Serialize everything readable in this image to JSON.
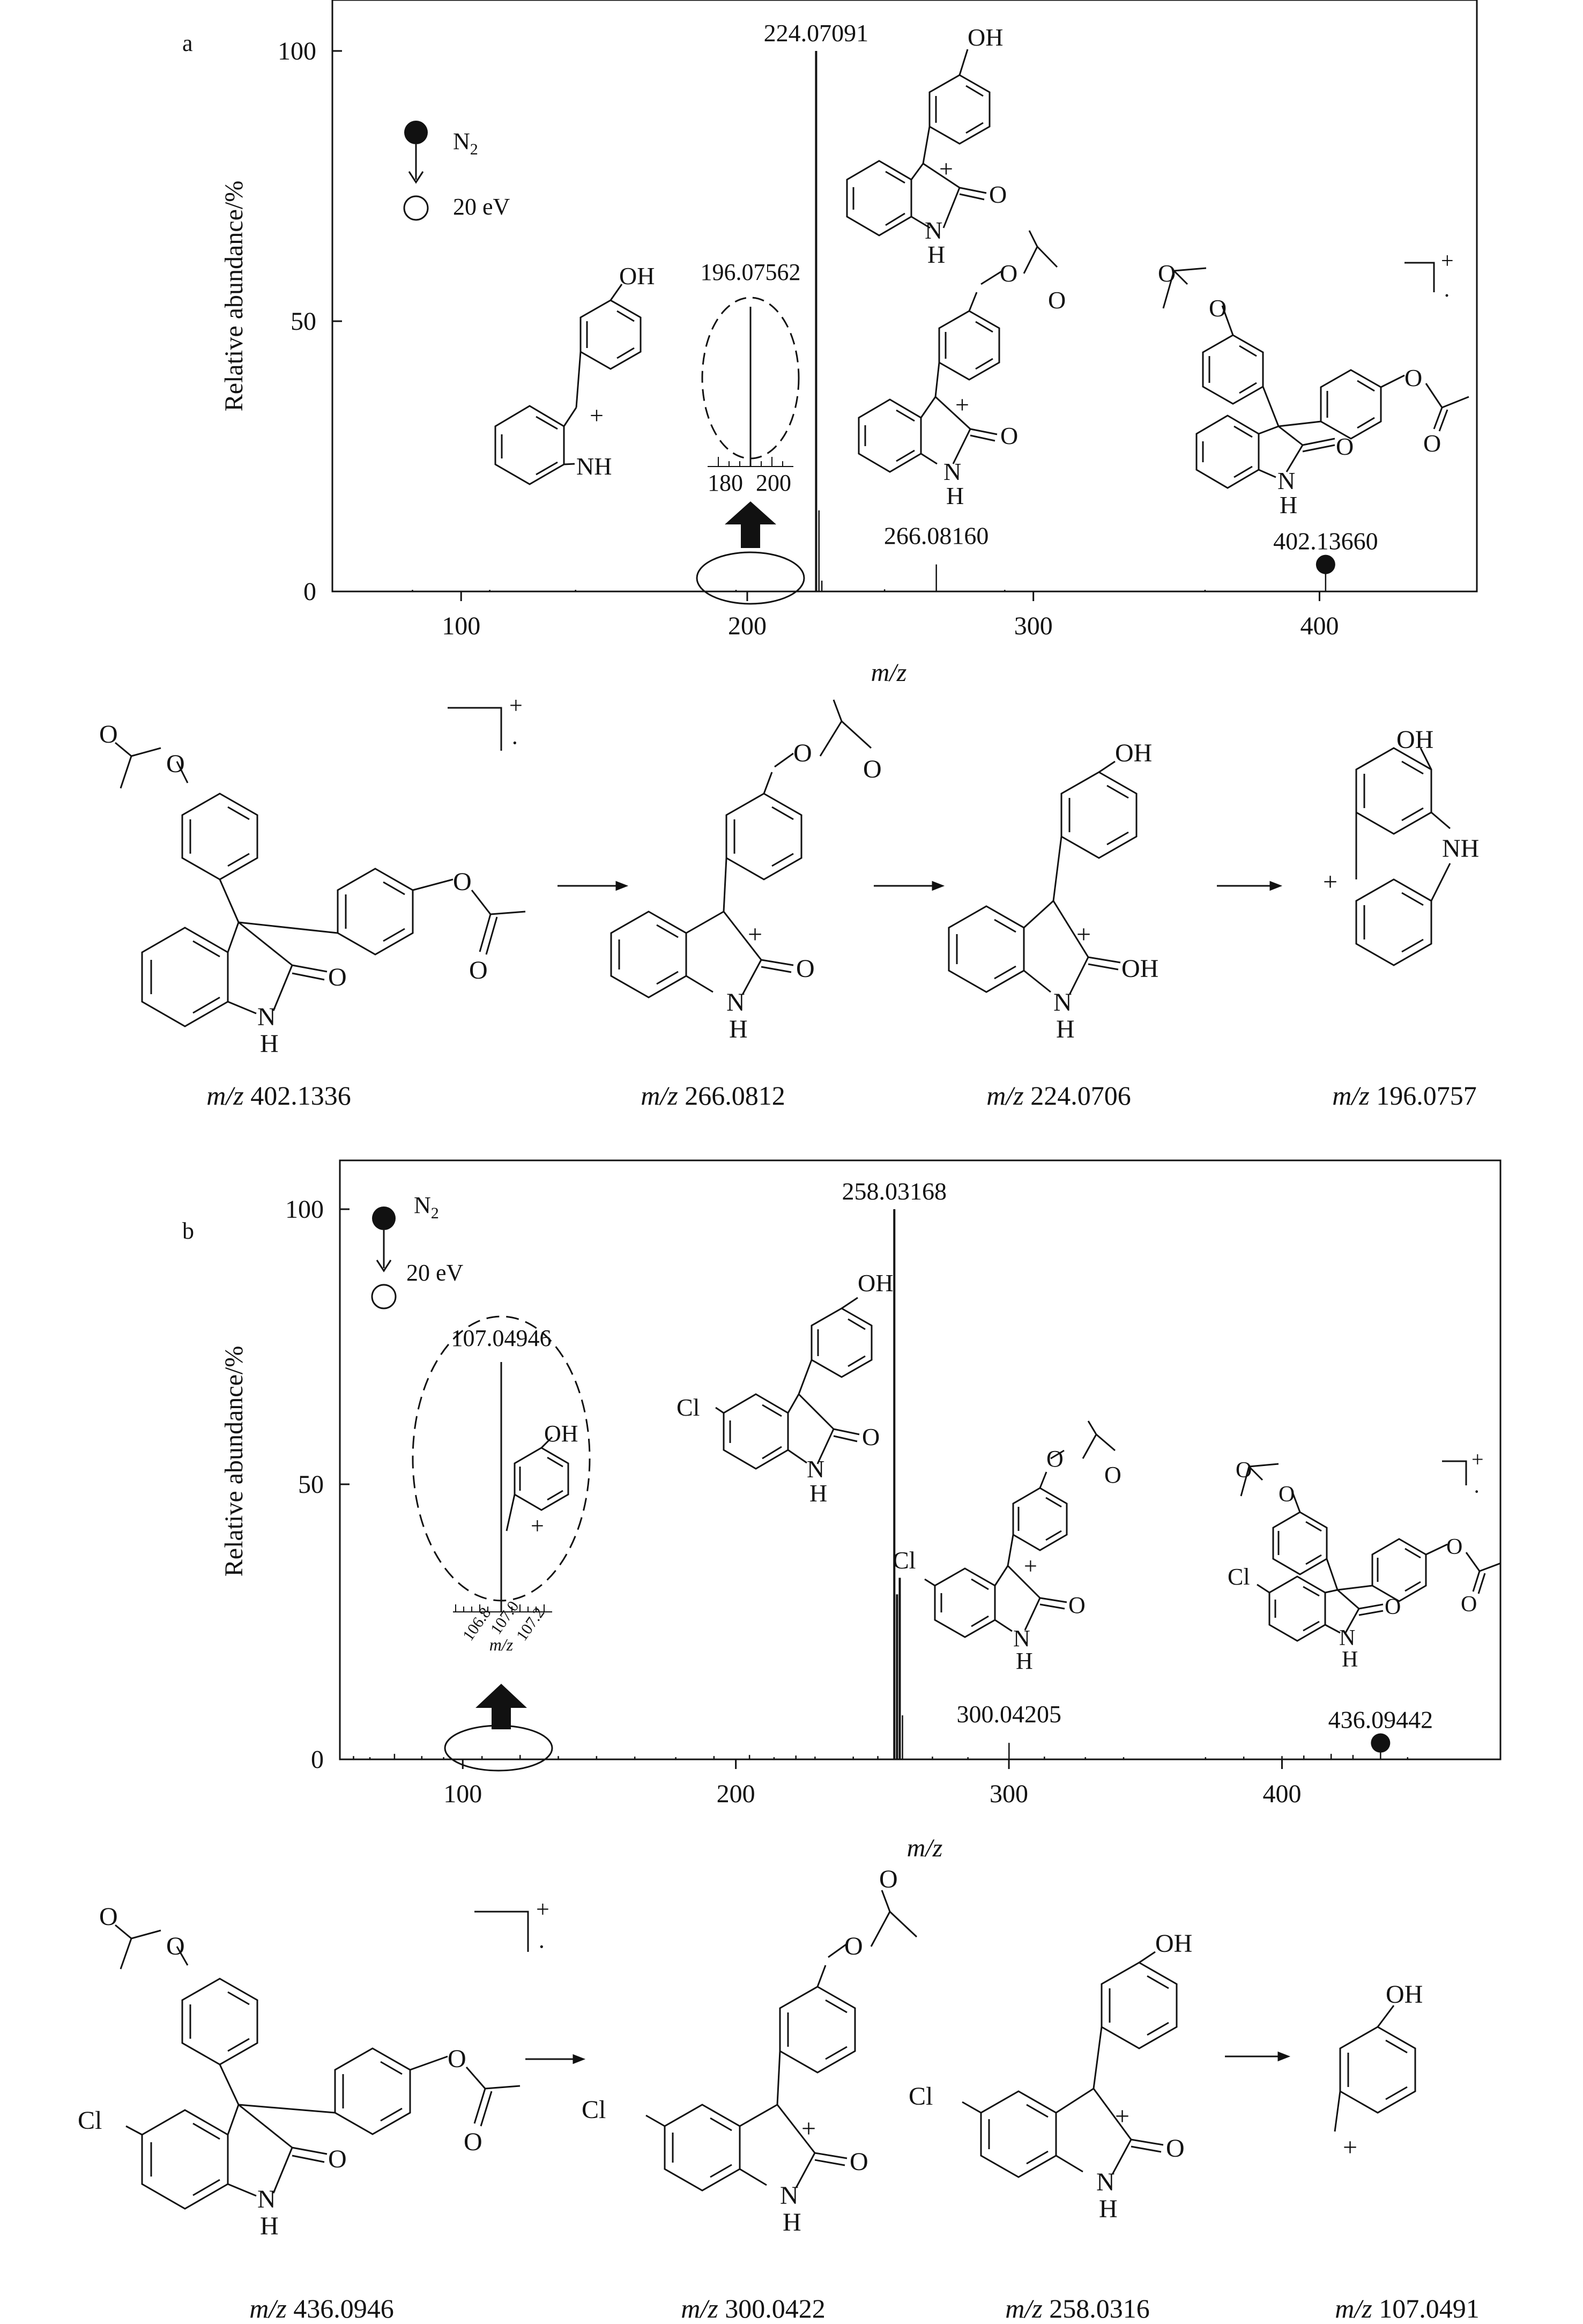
{
  "panels": [
    {
      "label": "a",
      "legend": {
        "gas": "N",
        "gas_sub": "2",
        "energy": "20 eV"
      },
      "inset": {
        "peak_label": "196.07562",
        "tick_labels": [
          "180",
          "200"
        ]
      },
      "structure_labels": {
        "oh": "OH",
        "nh": "NH",
        "o": "O",
        "n": "N",
        "h": "H",
        "plus": "+",
        "dot": "·"
      },
      "scheme_labels": [
        {
          "prefix": "m/z",
          "value": "402.1336"
        },
        {
          "prefix": "m/z",
          "value": "266.0812"
        },
        {
          "prefix": "m/z",
          "value": "224.0706"
        },
        {
          "prefix": "m/z",
          "value": "196.0757"
        }
      ],
      "scheme_atoms": {
        "o": "O",
        "oh": "OH",
        "nh": "NH",
        "n": "N",
        "h": "H",
        "plus": "+",
        "dot": "·"
      }
    },
    {
      "label": "b",
      "legend": {
        "gas": "N",
        "gas_sub": "2",
        "energy": "20 eV"
      },
      "inset": {
        "peak_label": "107.04946",
        "tick_labels": [
          "106.8",
          "107.0",
          "107.2"
        ],
        "xlabel": "m/z"
      },
      "structure_labels": {
        "oh": "OH",
        "cl": "Cl",
        "o": "O",
        "n": "N",
        "h": "H",
        "plus": "+",
        "dot": "·"
      },
      "scheme_labels": [
        {
          "prefix": "m/z",
          "value": "436.0946"
        },
        {
          "prefix": "m/z",
          "value": "300.0422"
        },
        {
          "prefix": "m/z",
          "value": "258.0316"
        },
        {
          "prefix": "m/z",
          "value": "107.0491"
        }
      ],
      "scheme_atoms": {
        "o": "O",
        "oh": "OH",
        "cl": "Cl",
        "n": "N",
        "h": "H",
        "plus": "+",
        "dot": "·"
      }
    }
  ],
  "chart_data": [
    {
      "type": "bar",
      "panel": "a",
      "xlabel": "m/z",
      "ylabel": "Relative abundance/%",
      "xlim": [
        55,
        455
      ],
      "ylim": [
        0,
        100
      ],
      "xticks": [
        100,
        200,
        300,
        400
      ],
      "yticks": [
        0,
        50,
        100
      ],
      "peaks": [
        {
          "x": 224.07091,
          "y": 100,
          "label": "224.07091"
        },
        {
          "x": 225.07,
          "y": 15
        },
        {
          "x": 226.07,
          "y": 2
        },
        {
          "x": 266.0816,
          "y": 5,
          "label": "266.08160"
        },
        {
          "x": 402.1366,
          "y": 4,
          "label": "402.13660",
          "precursor": true
        },
        {
          "x": 196.07562,
          "y": 0.3
        },
        {
          "x": 83,
          "y": 0.3
        },
        {
          "x": 110,
          "y": 0.3
        },
        {
          "x": 140,
          "y": 0.3
        },
        {
          "x": 248,
          "y": 0.4
        },
        {
          "x": 290,
          "y": 0.3
        },
        {
          "x": 360,
          "y": 0.3
        }
      ]
    },
    {
      "type": "bar",
      "panel": "b",
      "xlabel": "m/z",
      "ylabel": "Relative abundance/%",
      "xlim": [
        55,
        480
      ],
      "ylim": [
        0,
        100
      ],
      "xticks": [
        100,
        200,
        300,
        400
      ],
      "yticks": [
        0,
        50,
        100
      ],
      "peaks": [
        {
          "x": 258.03168,
          "y": 100,
          "label": "258.03168"
        },
        {
          "x": 259.03,
          "y": 30
        },
        {
          "x": 260.03,
          "y": 33
        },
        {
          "x": 261.03,
          "y": 8
        },
        {
          "x": 300.04205,
          "y": 3,
          "label": "300.04205"
        },
        {
          "x": 436.09442,
          "y": 2,
          "label": "436.09442",
          "precursor": true
        },
        {
          "x": 107.04946,
          "y": 0.6
        },
        {
          "x": 60,
          "y": 0.6
        },
        {
          "x": 66,
          "y": 0.4
        },
        {
          "x": 75,
          "y": 1.0
        },
        {
          "x": 85,
          "y": 0.6
        },
        {
          "x": 93,
          "y": 0.4
        },
        {
          "x": 121,
          "y": 0.8
        },
        {
          "x": 135,
          "y": 0.6
        },
        {
          "x": 149,
          "y": 0.6
        },
        {
          "x": 163,
          "y": 0.5
        },
        {
          "x": 178,
          "y": 0.4
        },
        {
          "x": 192,
          "y": 0.6
        },
        {
          "x": 205,
          "y": 0.8
        },
        {
          "x": 214,
          "y": 0.4
        },
        {
          "x": 222,
          "y": 0.7
        },
        {
          "x": 229,
          "y": 0.5
        },
        {
          "x": 243,
          "y": 0.5
        },
        {
          "x": 252,
          "y": 0.6
        },
        {
          "x": 272,
          "y": 0.5
        },
        {
          "x": 285,
          "y": 0.4
        },
        {
          "x": 313,
          "y": 0.5
        },
        {
          "x": 328,
          "y": 0.4
        },
        {
          "x": 342,
          "y": 0.4
        },
        {
          "x": 372,
          "y": 0.4
        },
        {
          "x": 386,
          "y": 0.5
        },
        {
          "x": 400,
          "y": 0.6
        },
        {
          "x": 408,
          "y": 0.7
        },
        {
          "x": 418,
          "y": 1.0
        },
        {
          "x": 426,
          "y": 0.8
        },
        {
          "x": 446,
          "y": 0.4
        }
      ]
    }
  ]
}
